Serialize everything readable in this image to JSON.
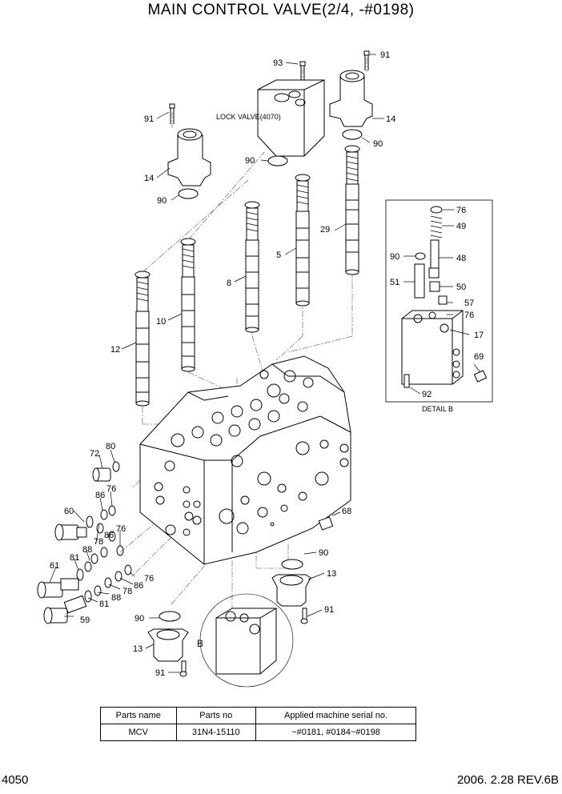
{
  "title": "MAIN CONTROL VALVE(2/4, -#0198)",
  "lock_valve_label": "LOCK VALVE(4070)",
  "detail_caption": "DETAIL B",
  "detail_ref": "B",
  "callouts": {
    "c93": "93",
    "c91a": "91",
    "c91b": "91",
    "c91c": "91",
    "c91d": "91",
    "c14a": "14",
    "c14b": "14",
    "c90a": "90",
    "c90b": "90",
    "c90c": "90",
    "c90d": "90",
    "c90e": "90",
    "c90f": "90",
    "c29": "29",
    "c5": "5",
    "c8": "8",
    "c10": "10",
    "c12": "12",
    "c76a": "76",
    "c49": "49",
    "c48": "48",
    "c51": "51",
    "c50": "50",
    "c57": "57",
    "c76b": "76",
    "c17": "17",
    "c69": "69",
    "c92": "92",
    "c72": "72",
    "c80": "80",
    "c76c": "76",
    "c86a": "86",
    "c60": "60",
    "c76d": "76",
    "c86b": "86",
    "c78a": "78",
    "c88a": "88",
    "c81a": "81",
    "c61": "61",
    "c76e": "76",
    "c86c": "86",
    "c78b": "78",
    "c88b": "88",
    "c81b": "81",
    "c59": "59",
    "c68": "68",
    "c13a": "13",
    "c13b": "13"
  },
  "parts_table": {
    "headers": [
      "Parts name",
      "Parts no",
      "Applied machine serial no."
    ],
    "row": [
      "MCV",
      "31N4-15110",
      "~#0181, #0184~#0198"
    ]
  },
  "page_number": "4050",
  "revision": "2006. 2.28  REV.6B"
}
